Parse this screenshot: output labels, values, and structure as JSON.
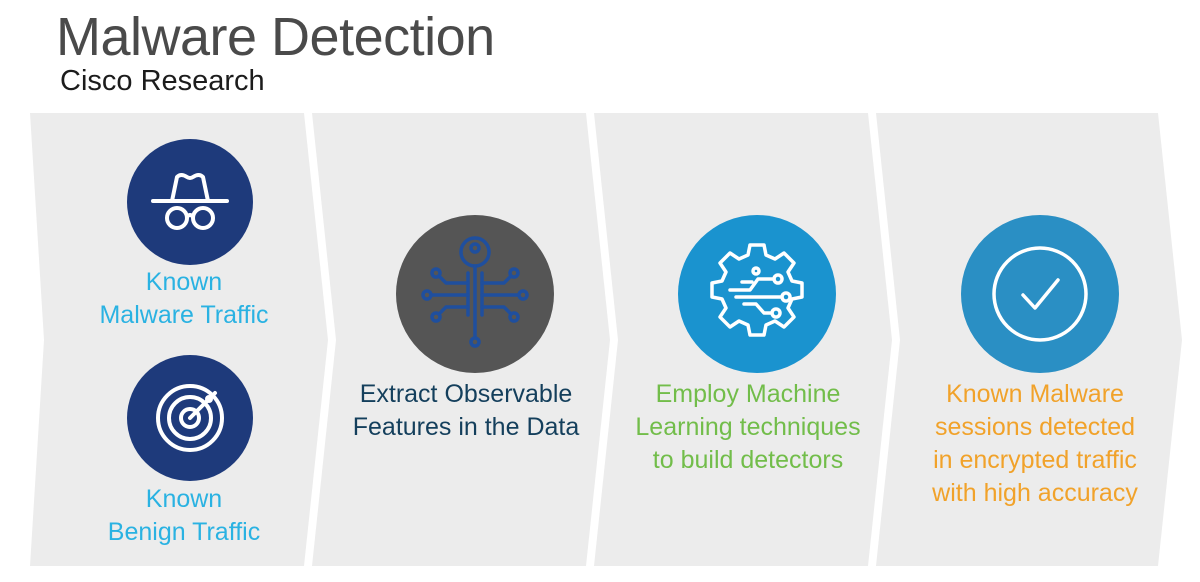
{
  "header": {
    "title": "Malware Detection",
    "subtitle": "Cisco Research"
  },
  "colors": {
    "panel": "#ececec",
    "navy": "#1e3a7b",
    "charcoal": "#555555",
    "blue": "#1a93cf",
    "teal_blue": "#2a8fc4",
    "text_light_blue": "#2ab2e2",
    "text_navy": "#143f5c",
    "text_green": "#72bd4a",
    "text_orange": "#f1a22a"
  },
  "steps": {
    "input_malware": {
      "icon": "spy-icon",
      "lines": [
        "Known",
        "Malware Traffic"
      ]
    },
    "input_benign": {
      "icon": "radar-icon",
      "lines": [
        "Known",
        "Benign Traffic"
      ]
    },
    "extract": {
      "icon": "key-network-icon",
      "lines": [
        "Extract Observable",
        "Features in the Data"
      ]
    },
    "ml": {
      "icon": "gear-circuit-icon",
      "lines": [
        "Employ Machine",
        "Learning techniques",
        "to build detectors"
      ]
    },
    "result": {
      "icon": "checkmark-icon",
      "lines": [
        "Known Malware",
        "sessions detected",
        "in encrypted traffic",
        "with high accuracy"
      ]
    }
  }
}
